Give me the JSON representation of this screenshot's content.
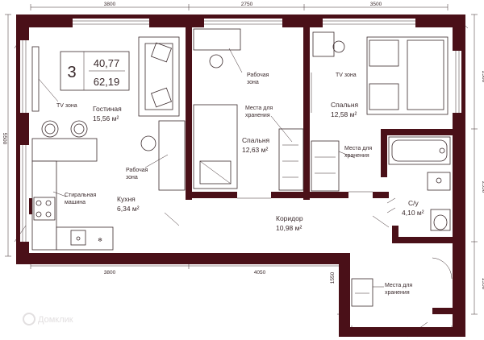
{
  "unit": {
    "rooms_count": "3",
    "area_living": "40,77",
    "area_total": "62,19"
  },
  "rooms": {
    "living": {
      "name": "Гостиная",
      "area": "15,56 м²"
    },
    "kitchen": {
      "name": "Кухня",
      "area": "6,34 м²"
    },
    "bedroom1": {
      "name": "Спальня",
      "area": "12,63 м²"
    },
    "bedroom2": {
      "name": "Спальня",
      "area": "12,58 м²"
    },
    "corridor": {
      "name": "Коридор",
      "area": "10,98  м²"
    },
    "bathroom": {
      "name": "С/у",
      "area": "4,10  м²"
    }
  },
  "labels": {
    "tv_zone_1": "TV зона",
    "tv_zone_2": "TV зона",
    "work_zone_1_a": "Рабочая",
    "work_zone_1_b": "зона",
    "work_zone_2_a": "Рабочая",
    "work_zone_2_b": "зона",
    "washer_a": "Стиральная",
    "washer_b": "машина",
    "storage_1_a": "Места для",
    "storage_1_b": "хранения",
    "storage_2_a": "Места для",
    "storage_2_b": "хранения",
    "storage_3_a": "Места для",
    "storage_3_b": "хранения"
  },
  "dimensions": {
    "top_left": "3800",
    "top_mid": "2750",
    "top_right": "3500",
    "right_top": "2500",
    "right_mid": "2550",
    "right_bottom": "1350",
    "left": "5500",
    "bottom_left": "3800",
    "bottom_mid": "4050",
    "bottom_notch": "1550",
    "bottom_right": "2550"
  },
  "watermark": "Домклик",
  "colors": {
    "wall": "#4a1018",
    "line": "#3a2a2c"
  }
}
